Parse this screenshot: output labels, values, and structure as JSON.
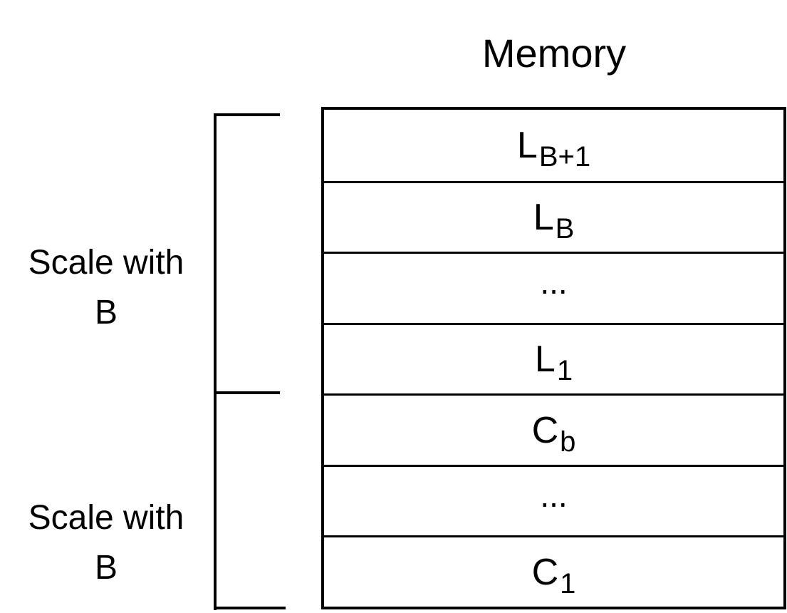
{
  "title": "Memory",
  "rows": [
    {
      "symbol": "L",
      "sub": "B+1"
    },
    {
      "symbol": "L",
      "sub": "B"
    },
    {
      "symbol": "...",
      "sub": ""
    },
    {
      "symbol": "L",
      "sub": "1"
    },
    {
      "symbol": "C",
      "sub": "b"
    },
    {
      "symbol": "...",
      "sub": ""
    },
    {
      "symbol": "C",
      "sub": "1"
    }
  ],
  "groups": [
    {
      "label_line1": "Scale with",
      "label_line2": "B"
    },
    {
      "label_line1": "Scale with",
      "label_line2": "B"
    }
  ]
}
